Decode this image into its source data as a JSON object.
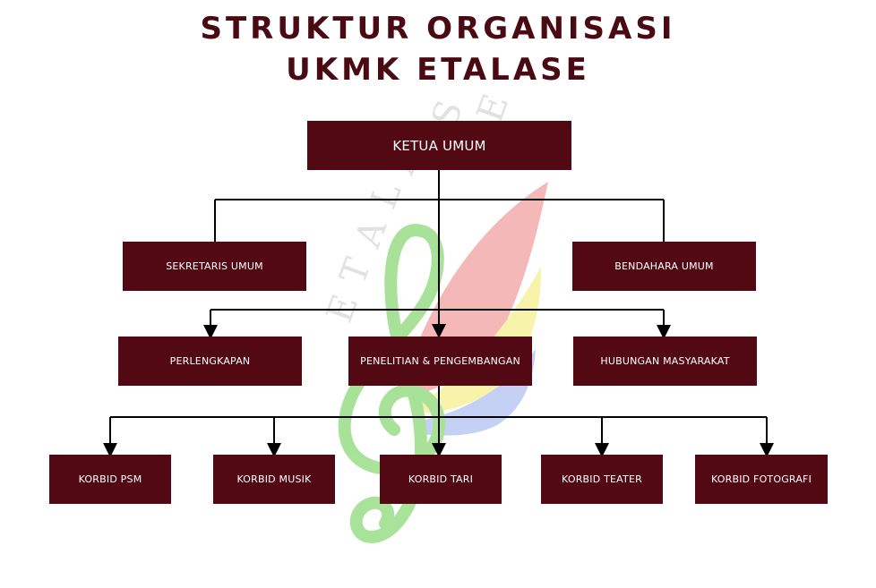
{
  "title": {
    "line1": "STRUKTUR ORGANISASI",
    "line2": "UKMK ETALASE"
  },
  "watermark": {
    "letters": [
      "E",
      "T",
      "A",
      "L",
      "A",
      "S",
      "E"
    ],
    "colors": {
      "red": "#f08a8a",
      "green": "#7fd36a",
      "yellow": "#f7f07a",
      "blue": "#9db4ef"
    }
  },
  "colors": {
    "box": "#520913",
    "title": "#4a0a14",
    "line": "#000000"
  },
  "chart": {
    "top": "KETUA UMUM",
    "level2": [
      "SEKRETARIS UMUM",
      "BENDAHARA UMUM"
    ],
    "level3": [
      "PERLENGKAPAN",
      "PENELITIAN & PENGEMBANGAN",
      "HUBUNGAN MASYARAKAT"
    ],
    "level4": [
      "KORBID PSM",
      "KORBID MUSIK",
      "KORBID TARI",
      "KORBID TEATER",
      "KORBID FOTOGRAFI"
    ]
  }
}
